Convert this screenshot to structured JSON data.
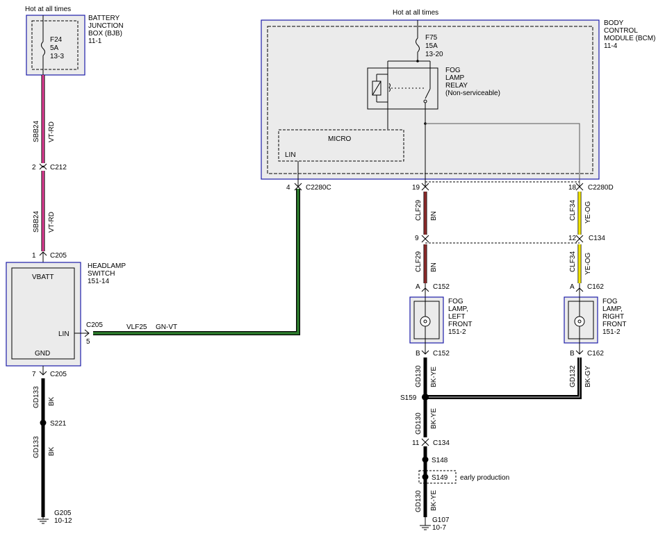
{
  "bjb": {
    "hot_label": "Hot at all times",
    "title": [
      "BATTERY",
      "JUNCTION",
      "BOX (BJB)",
      "11-1"
    ],
    "fuse": [
      "F24",
      "5A",
      "13-3"
    ]
  },
  "bcm": {
    "hot_label": "Hot at all times",
    "title": [
      "BODY",
      "CONTROL",
      "MODULE (BCM)",
      "11-4"
    ],
    "fuse": [
      "F75",
      "15A",
      "13-20"
    ],
    "relay": [
      "FOG",
      "LAMP",
      "RELAY",
      "(Non-serviceable)"
    ],
    "micro_label": "MICRO",
    "lin_label": "LIN"
  },
  "headlamp_switch": {
    "title": [
      "HEADLAMP",
      "SWITCH",
      "151-14"
    ],
    "vbatt": "VBATT",
    "gnd": "GND",
    "lin": "LIN"
  },
  "fog_left": {
    "title": [
      "FOG",
      "LAMP,",
      "LEFT",
      "FRONT",
      "151-2"
    ]
  },
  "fog_right": {
    "title": [
      "FOG",
      "LAMP,",
      "RIGHT",
      "FRONT",
      "151-2"
    ]
  },
  "connectors": {
    "c212": {
      "pin": "2",
      "name": "C212"
    },
    "c205_top": {
      "pin": "1",
      "name": "C205"
    },
    "c205_lin": {
      "pin": "5",
      "name": "C205"
    },
    "c205_gnd": {
      "pin": "7",
      "name": "C205"
    },
    "c2280c": {
      "pin": "4",
      "name": "C2280C"
    },
    "c2280d_19": {
      "pin": "19"
    },
    "c2280d_18": {
      "pin": "18",
      "name": "C2280D"
    },
    "c134_9": {
      "pin": "9"
    },
    "c134_12": {
      "pin": "12",
      "name": "C134"
    },
    "c152_a": {
      "pin": "A",
      "name": "C152"
    },
    "c162_a": {
      "pin": "A",
      "name": "C162"
    },
    "c152_b": {
      "pin": "B",
      "name": "C152"
    },
    "c162_b": {
      "pin": "B",
      "name": "C162"
    },
    "c134_11": {
      "pin": "11",
      "name": "C134"
    }
  },
  "wires": {
    "sbb24_1": {
      "circuit": "SBB24",
      "color": "VT-RD"
    },
    "sbb24_2": {
      "circuit": "SBB24",
      "color": "VT-RD"
    },
    "vlf25": {
      "circuit": "VLF25",
      "color": "GN-VT"
    },
    "gd133_1": {
      "circuit": "GD133",
      "color": "BK"
    },
    "gd133_2": {
      "circuit": "GD133",
      "color": "BK"
    },
    "clf29_1": {
      "circuit": "CLF29",
      "color": "BN"
    },
    "clf29_2": {
      "circuit": "CLF29",
      "color": "BN"
    },
    "clf34_1": {
      "circuit": "CLF34",
      "color": "YE-OG"
    },
    "clf34_2": {
      "circuit": "CLF34",
      "color": "YE-OG"
    },
    "gd130_1": {
      "circuit": "GD130",
      "color": "BK-YE"
    },
    "gd132": {
      "circuit": "GD132",
      "color": "BK-GY"
    },
    "gd130_2": {
      "circuit": "GD130",
      "color": "BK-YE"
    },
    "gd130_3": {
      "circuit": "GD130",
      "color": "BK-YE"
    }
  },
  "splices": {
    "s221": "S221",
    "s159": "S159",
    "s148": "S148",
    "s149": "S149",
    "early": "early production"
  },
  "grounds": {
    "g205": [
      "G205",
      "10-12"
    ],
    "g107": [
      "G107",
      "10-7"
    ]
  },
  "colors": {
    "pink": "#e8409a",
    "green": "#2e7d2e",
    "brown": "#8b2a2a",
    "yellow": "#f2e600",
    "black": "#000000",
    "box_border": "#1a1aa8",
    "box_fill": "#ebebeb"
  }
}
